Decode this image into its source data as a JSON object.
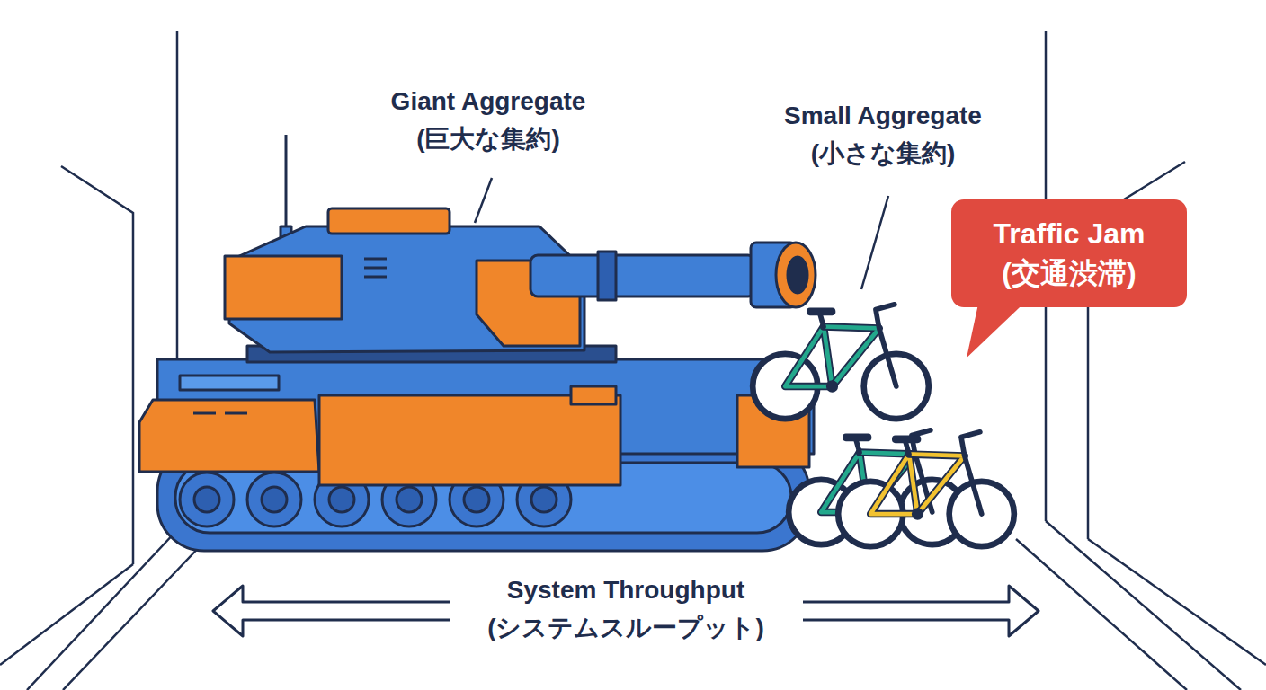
{
  "diagram": {
    "nodes": [
      {
        "text": [
          "Traffic Jam (交通渋滞)"
        ]
      }
    ],
    "labels": [
      "Giant Aggregate (巨大な集約)",
      "Small Aggregate (小さな集約)",
      "System Throughput (システムスループット)"
    ]
  }
}
